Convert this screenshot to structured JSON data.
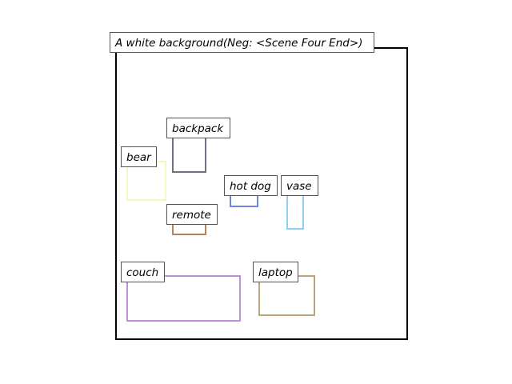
{
  "caption": "A white background(Neg: <Scene Four End>)",
  "objects": [
    {
      "id": "backpack",
      "label": "backpack",
      "color": "#6b7280"
    },
    {
      "id": "bear",
      "label": "bear",
      "color": "#f5f7c4"
    },
    {
      "id": "hot-dog",
      "label": "hot dog",
      "color": "#6f86e0"
    },
    {
      "id": "vase",
      "label": "vase",
      "color": "#8ecff0"
    },
    {
      "id": "remote",
      "label": "remote",
      "color": "#b5835a"
    },
    {
      "id": "couch",
      "label": "couch",
      "color": "#bf8fdc"
    },
    {
      "id": "laptop",
      "label": "laptop",
      "color": "#bfa57f"
    }
  ]
}
